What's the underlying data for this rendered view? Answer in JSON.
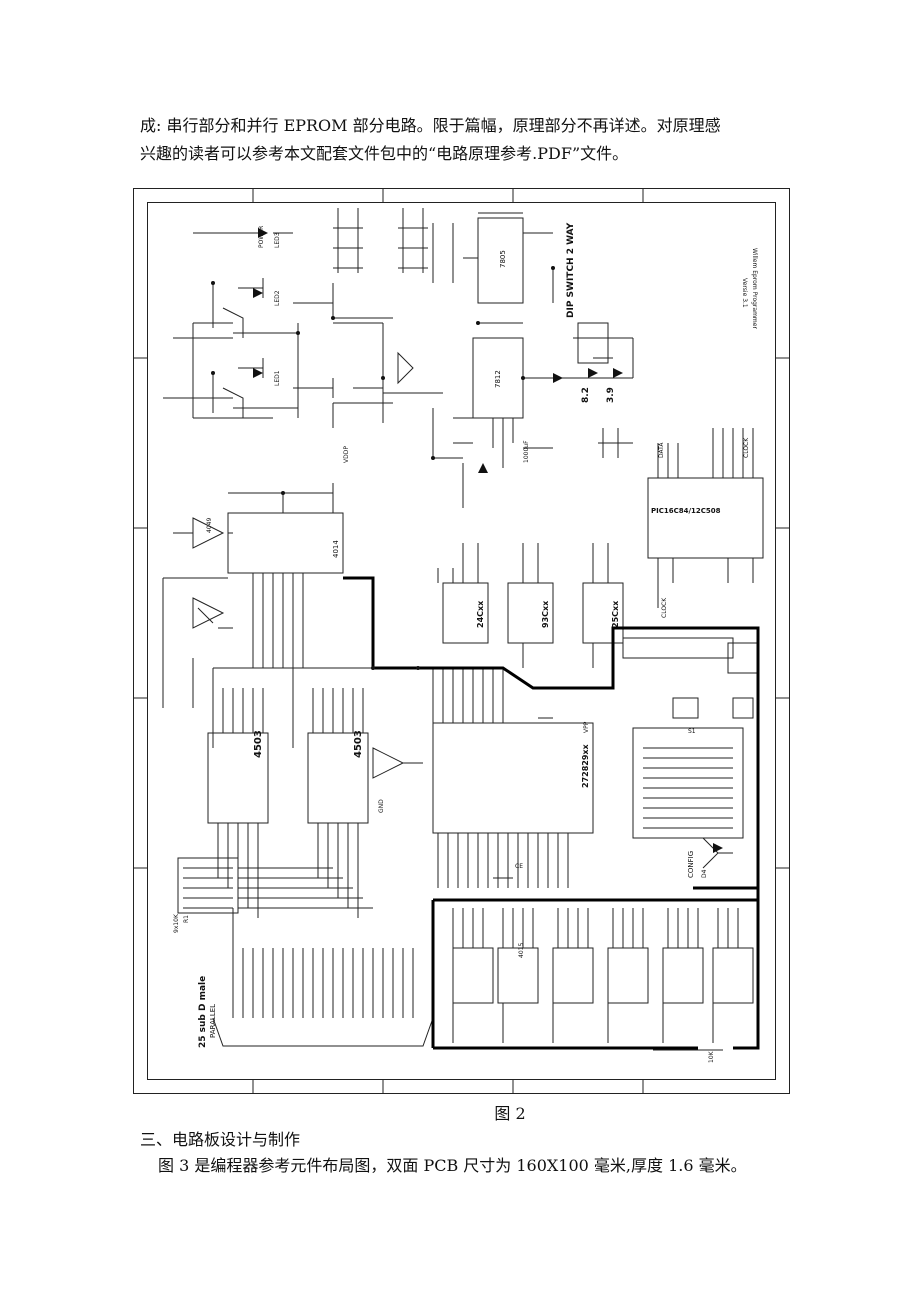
{
  "document": {
    "intro_line1": "成: 串行部分和并行 EPROM 部分电路。限于篇幅，原理部分不再详述。对原理感",
    "intro_line2": "兴趣的读者可以参考本文配套文件包中的“电路原理参考.PDF”文件。",
    "figure_caption": "图 2",
    "section_heading": "三、电路板设计与制作",
    "section_text": "图 3 是编程器参考元件布局图，双面 PCB 尺寸为 160X100 毫米,厚度 1.6 毫米。"
  },
  "schematic": {
    "title_block_line1": "Willem Eprom Programmer",
    "title_block_line2": "Versie 3.1",
    "labels": {
      "u9": "7805",
      "u8": "7812",
      "u5": "272829xx",
      "u2": "4503",
      "u4": "4503",
      "u3": "4014",
      "u13": "PIC16C84/12C508",
      "u7": "24Cxx",
      "u10": "93Cxx",
      "u12": "25Cxx",
      "dip": "DIP SWITCH 2 WAY",
      "p1": "25 sub D male",
      "p1b": "PARALLEL",
      "z1": "8.2",
      "z2": "3.9",
      "clock": "CLOCK",
      "data": "DATA",
      "vpp": "VPP",
      "vddp": "VDDP",
      "gnd": "GND",
      "config": "CONFIG",
      "led1": "LED1",
      "led2": "LED2",
      "led3": "LED3",
      "power": "POWER",
      "u15": "4015",
      "r1": "R1",
      "s1": "S1",
      "ce": "CE",
      "d4": "D4",
      "r19": "10K",
      "rn": "9x10K",
      "c13": "1000uF",
      "u1a": "4049"
    }
  }
}
